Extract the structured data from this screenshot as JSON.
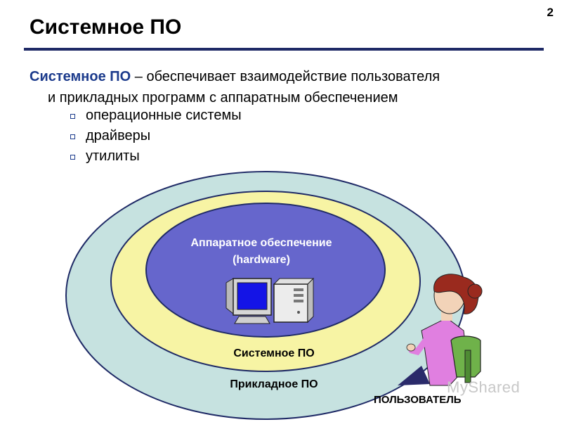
{
  "slide": {
    "number": "2",
    "title": "Системное ПО"
  },
  "definition": {
    "term": "Системное ПО",
    "rest_line1": " – обеспечивает взаимодействие пользователя",
    "line2": "и прикладных программ с аппаратным обеспечением"
  },
  "bullets": [
    "операционные системы",
    "драйверы",
    "утилиты"
  ],
  "diagram": {
    "core_label_line1": "Аппаратное обеспечение",
    "core_label_line2": "(hardware)",
    "middle_ring_label": "Системное ПО",
    "outer_ring_label": "Прикладное ПО",
    "user_label": "ПОЛЬЗОВАТЕЛЬ",
    "colors": {
      "outer": "#c6e2e0",
      "middle": "#f7f4a4",
      "core": "#6666cc",
      "ring_stroke": "#1f2a66"
    }
  },
  "watermark": "MyShared"
}
